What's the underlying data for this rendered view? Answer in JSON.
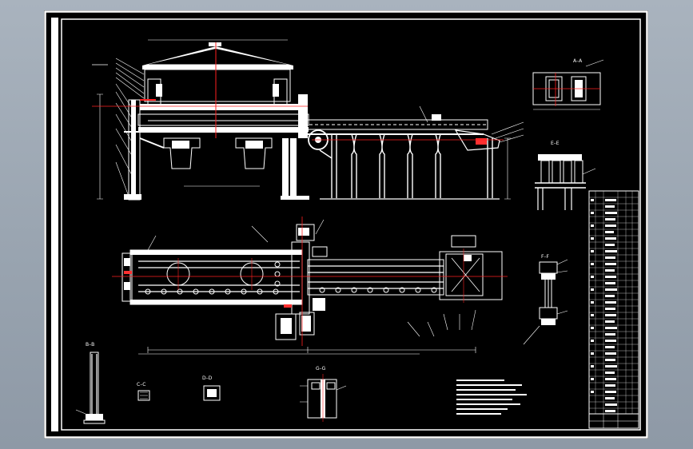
{
  "drawing": {
    "section_labels": [
      "A–A",
      "B–B",
      "C–C",
      "D–D",
      "E–E",
      "F–F",
      "G–G"
    ],
    "colors": {
      "background": "#000000",
      "line": "#ffffff",
      "centerline": "#ff2020",
      "accent": "#ff3030",
      "frame": "#ffffff",
      "outer": "#a0aab5"
    }
  }
}
